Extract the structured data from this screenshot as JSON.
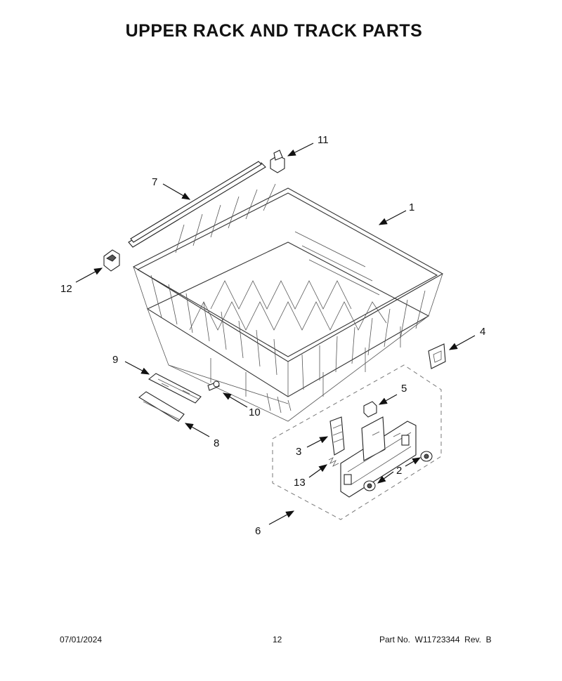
{
  "page": {
    "title": "UPPER RACK AND TRACK PARTS"
  },
  "callouts": [
    {
      "id": "c1",
      "label": "1"
    },
    {
      "id": "c2",
      "label": "2"
    },
    {
      "id": "c3",
      "label": "3"
    },
    {
      "id": "c4",
      "label": "4"
    },
    {
      "id": "c5",
      "label": "5"
    },
    {
      "id": "c6",
      "label": "6"
    },
    {
      "id": "c7",
      "label": "7"
    },
    {
      "id": "c8",
      "label": "8"
    },
    {
      "id": "c9",
      "label": "9"
    },
    {
      "id": "c10",
      "label": "10"
    },
    {
      "id": "c11",
      "label": "11"
    },
    {
      "id": "c12",
      "label": "12"
    },
    {
      "id": "c13",
      "label": "13"
    }
  ],
  "footer": {
    "date": "07/01/2024",
    "page_number": "12",
    "part_number": "Part No.  W11723344  Rev.  B"
  }
}
